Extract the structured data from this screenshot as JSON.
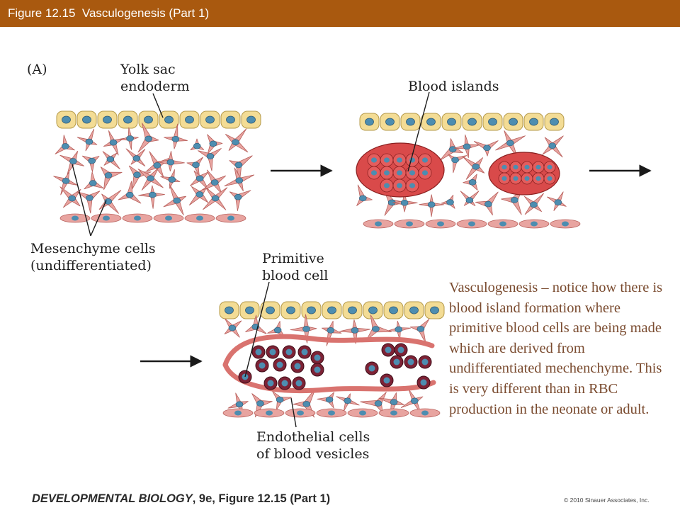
{
  "header": {
    "title": "Figure 12.15  Vasculogenesis (Part 1)"
  },
  "labels": {
    "panel": "(A)",
    "yolk_sac_line1": "Yolk sac",
    "yolk_sac_line2": "endoderm",
    "blood_islands": "Blood islands",
    "mesenchyme_line1": "Mesenchyme cells",
    "mesenchyme_line2": "(undifferentiated)",
    "primitive_line1": "Primitive",
    "primitive_line2": "blood cell",
    "endothelial_line1": "Endothelial cells",
    "endothelial_line2": "of blood vesicles"
  },
  "caption": "Vasculogenesis – notice how there is blood island formation where primitive blood cells are being made which are derived from undifferentiated mechenchyme.  This is very different than in RBC production in the neonate or adult.",
  "footer": {
    "book_title": "DEVELOPMENTAL BIOLOGY",
    "book_rest": ", 9e, Figure 12.15 (Part 1)",
    "copyright": "© 2010 Sinauer Associates, Inc."
  },
  "colors": {
    "header_bg": "#a9590f",
    "endoderm_cell": "#f3dc95",
    "nucleus": "#4d8db0",
    "mesenchyme": "#e8a4a0",
    "blood_island": "#d94a4a",
    "primitive_cell": "#7d2235",
    "caption_text": "#7a4b2f"
  }
}
